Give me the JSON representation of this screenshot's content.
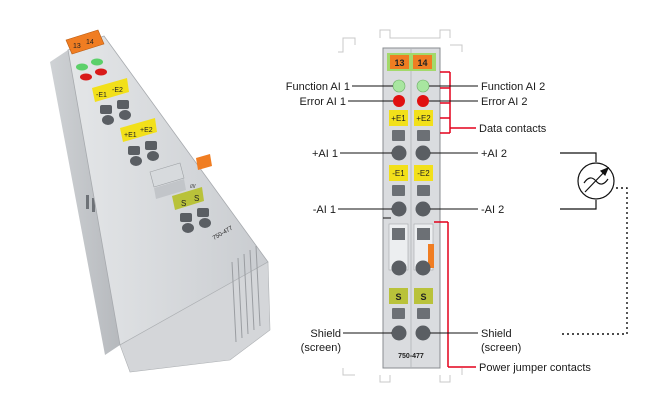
{
  "photo": {
    "module_top_labels": [
      "13",
      "14"
    ],
    "led_labels": [
      "-E1",
      "-E2",
      "+E1",
      "+E2"
    ],
    "shield_labels": [
      "S",
      "S"
    ],
    "model": "750-477"
  },
  "diagram": {
    "module_top_labels": [
      "13",
      "14"
    ],
    "e_plus_labels": [
      "+E1",
      "+E2"
    ],
    "e_minus_labels": [
      "-E1",
      "-E2"
    ],
    "shield_labels": [
      "S",
      "S"
    ],
    "model": "750-477",
    "callouts": {
      "function_ai1": "Function AI 1",
      "function_ai2": "Function AI 2",
      "error_ai1": "Error AI 1",
      "error_ai2": "Error AI 2",
      "data_contacts": "Data contacts",
      "plus_ai1": "+AI 1",
      "plus_ai2": "+AI 2",
      "minus_ai1": "-AI 1",
      "minus_ai2": "-AI 2",
      "shield_left_1": "Shield",
      "shield_left_2": "(screen)",
      "shield_right_1": "Shield",
      "shield_right_2": "(screen)",
      "power_jumper": "Power jumper contacts"
    }
  },
  "colors": {
    "orange": "#f07d22",
    "yellow": "#f2e01a",
    "green_led": "#a8e6a0",
    "red_led": "#e01010",
    "accent_red": "#e3001b",
    "olive": "#b9c23a"
  }
}
